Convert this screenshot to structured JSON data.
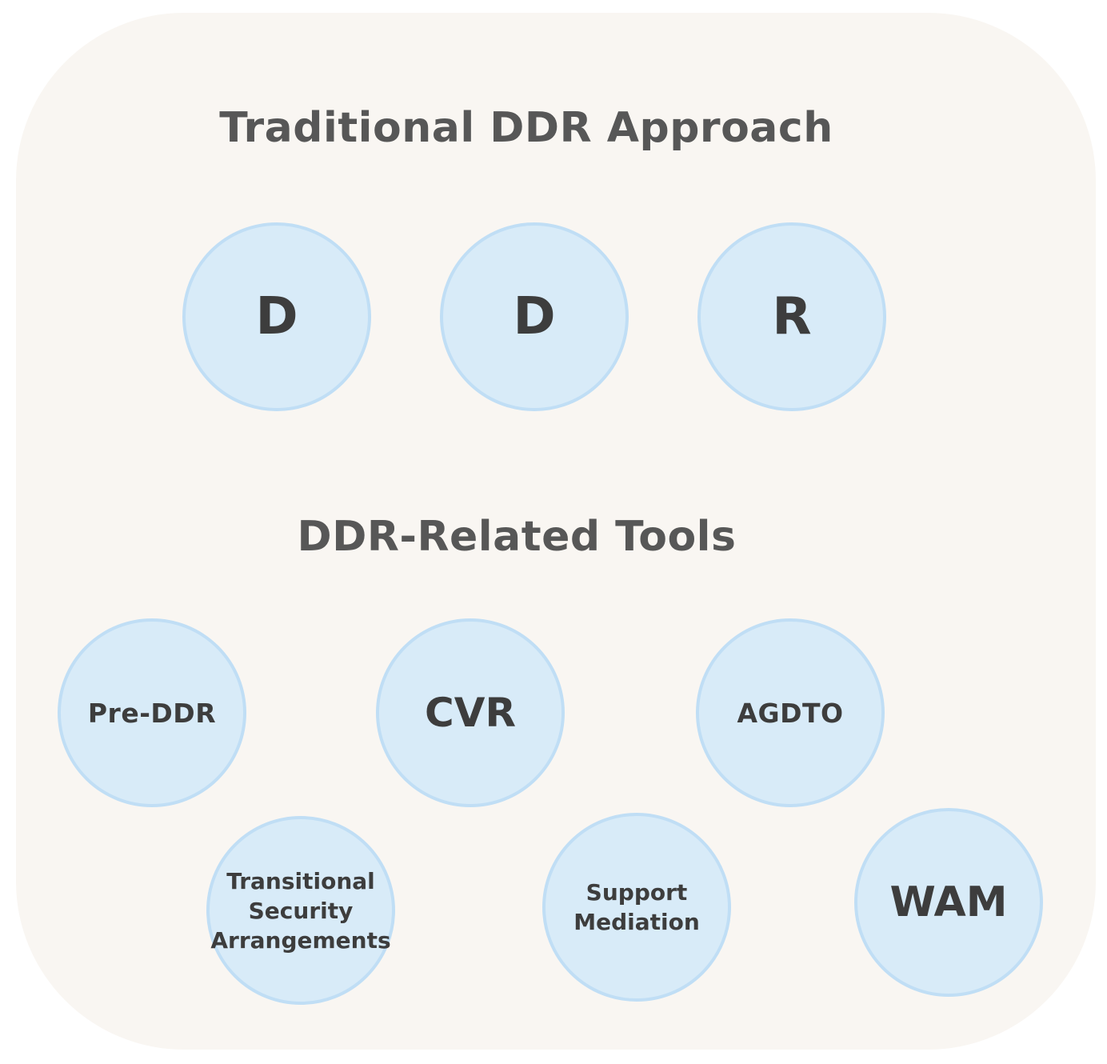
{
  "headings": {
    "traditional": "Traditional DDR Approach",
    "tools": "DDR-Related Tools"
  },
  "traditional_circles": [
    {
      "label": "D"
    },
    {
      "label": "D"
    },
    {
      "label": "R"
    }
  ],
  "tool_circles": [
    {
      "label": "Pre-DDR"
    },
    {
      "label": "CVR"
    },
    {
      "label": "AGDTO"
    },
    {
      "lines": [
        "Transitional",
        "Security",
        "Arrangements"
      ]
    },
    {
      "lines": [
        "Support",
        "Mediation"
      ]
    },
    {
      "label": "WAM"
    }
  ],
  "colors": {
    "panel": "#f9f6f2",
    "circle_fill": "#d8ebf8",
    "circle_border": "#c0def5",
    "heading_text": "#575757",
    "circle_text": "#3d3d3d"
  }
}
